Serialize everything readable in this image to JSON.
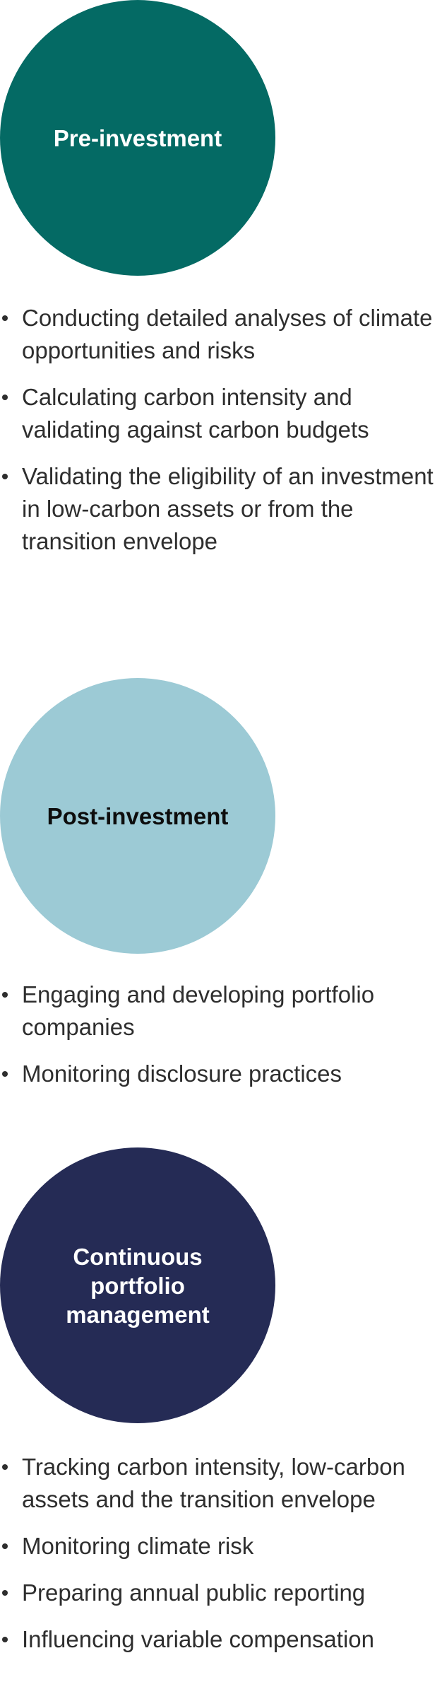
{
  "stages": [
    {
      "title": "Pre-investment",
      "color": "#046a64",
      "items": [
        "Conducting detailed analyses of climate opportunities and risks",
        "Calculating carbon intensity and validating against carbon budgets",
        "Validating the eligibility of an investment in low-carbon assets or from the transition envelope"
      ]
    },
    {
      "title": "Post-investment",
      "color": "#9ccad5",
      "items": [
        "Engaging and developing portfolio companies",
        "Monitoring disclosure practices"
      ]
    },
    {
      "title": "Continuous portfolio management",
      "color": "#252b55",
      "items": [
        "Tracking carbon intensity, low-carbon assets and the transition envelope",
        "Monitoring climate risk",
        "Preparing annual public reporting",
        "Influencing variable compensation"
      ]
    }
  ]
}
